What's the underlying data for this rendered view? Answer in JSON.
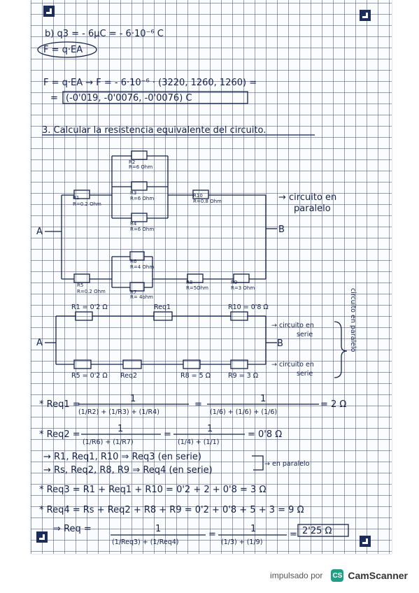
{
  "footer": {
    "label": "impulsado por",
    "logo": "CS",
    "brand": "CamScanner"
  },
  "notes": {
    "l1": "b) q3 = - 6μC = - 6·10⁻⁶ C",
    "l2": "F = q·EA",
    "l3": "F = q·EA → F = - 6·10⁻⁶ · (3220, 1260, 1260) =",
    "l4_eq": "=",
    "l4_box": "(-0'019, -0'0076, -0'0076) C",
    "l5": "3. Calcular la resistencia equivalente del circuito."
  },
  "circuit1": {
    "R1": "R1",
    "R1v": "R=0.2 Ohm",
    "R2": "R2",
    "R2v": "R=6 Ohm",
    "R3": "R3",
    "R3v": "R=6 Ohm",
    "R4": "R4",
    "R4v": "R=6 Ohm",
    "R10": "R10",
    "R10v": "R=0.8 Ohm",
    "R5": "R5",
    "R5v": "R=0.2 Ohm",
    "R6": "R6",
    "R6v": "R=4 Ohm",
    "R7": "R7",
    "R7v": "R= 4ohm",
    "R8": "R8",
    "R8v": "R=5Ohm",
    "R9": "R9",
    "R9v": "R=3 Ohm",
    "A": "A",
    "B": "B",
    "note1": "→ circuito en",
    "note2": "paralelo"
  },
  "circuit2": {
    "R1": "R1 = 0'2 Ω",
    "Req1": "Req1",
    "R10": "R10 = 0'8 Ω",
    "R5": "R5 = 0'2 Ω",
    "Req2": "Req2",
    "R8": "R8 = 5 Ω",
    "R9": "R9 = 3 Ω",
    "A": "A",
    "B": "B",
    "noteTop1": "→ circuito en",
    "noteTop2": "serie",
    "noteBot1": "→ circuito en",
    "noteBot2": "serie",
    "side": "circuito en paralelo"
  },
  "calc": {
    "req1_lhs": "* Req1 =",
    "req1_n1": "1",
    "req1_d1": "(1/R2) + (1/R3) + (1/R4)",
    "req1_eq": "=",
    "req1_n2": "1",
    "req1_d2": "(1/6) + (1/6) + (1/6)",
    "req1_res": "= 2 Ω",
    "req2_lhs": "* Req2 =",
    "req2_n1": "1",
    "req2_d1": "(1/R6) + (1/R7)",
    "req2_eq": "=",
    "req2_n2": "1",
    "req2_d2": "(1/4) + (1/1)",
    "req2_res": "= 0'8 Ω",
    "s1": "→ R1, Req1, R10 ⇒ Req3 (en serie)",
    "s2": "→ Rs, Req2, R8, R9 ⇒ Req4 (en serie)",
    "s_par": "→ en paralelo",
    "req3": "* Req3 = R1 + Req1 + R10 = 0'2 + 2 + 0'8 = 3 Ω",
    "req4": "* Req4 = Rs + Req2 + R8 + R9 = 0'2 + 0'8 + 5 + 3 = 9 Ω",
    "req_lhs": "⇒ Req =",
    "req_n1": "1",
    "req_d1": "(1/Req3) + (1/Req4)",
    "req_eq1": "=",
    "req_n2": "1",
    "req_d2": "(1/3) + (1/9)",
    "req_eq2": "=",
    "req_res": "2'25 Ω"
  }
}
